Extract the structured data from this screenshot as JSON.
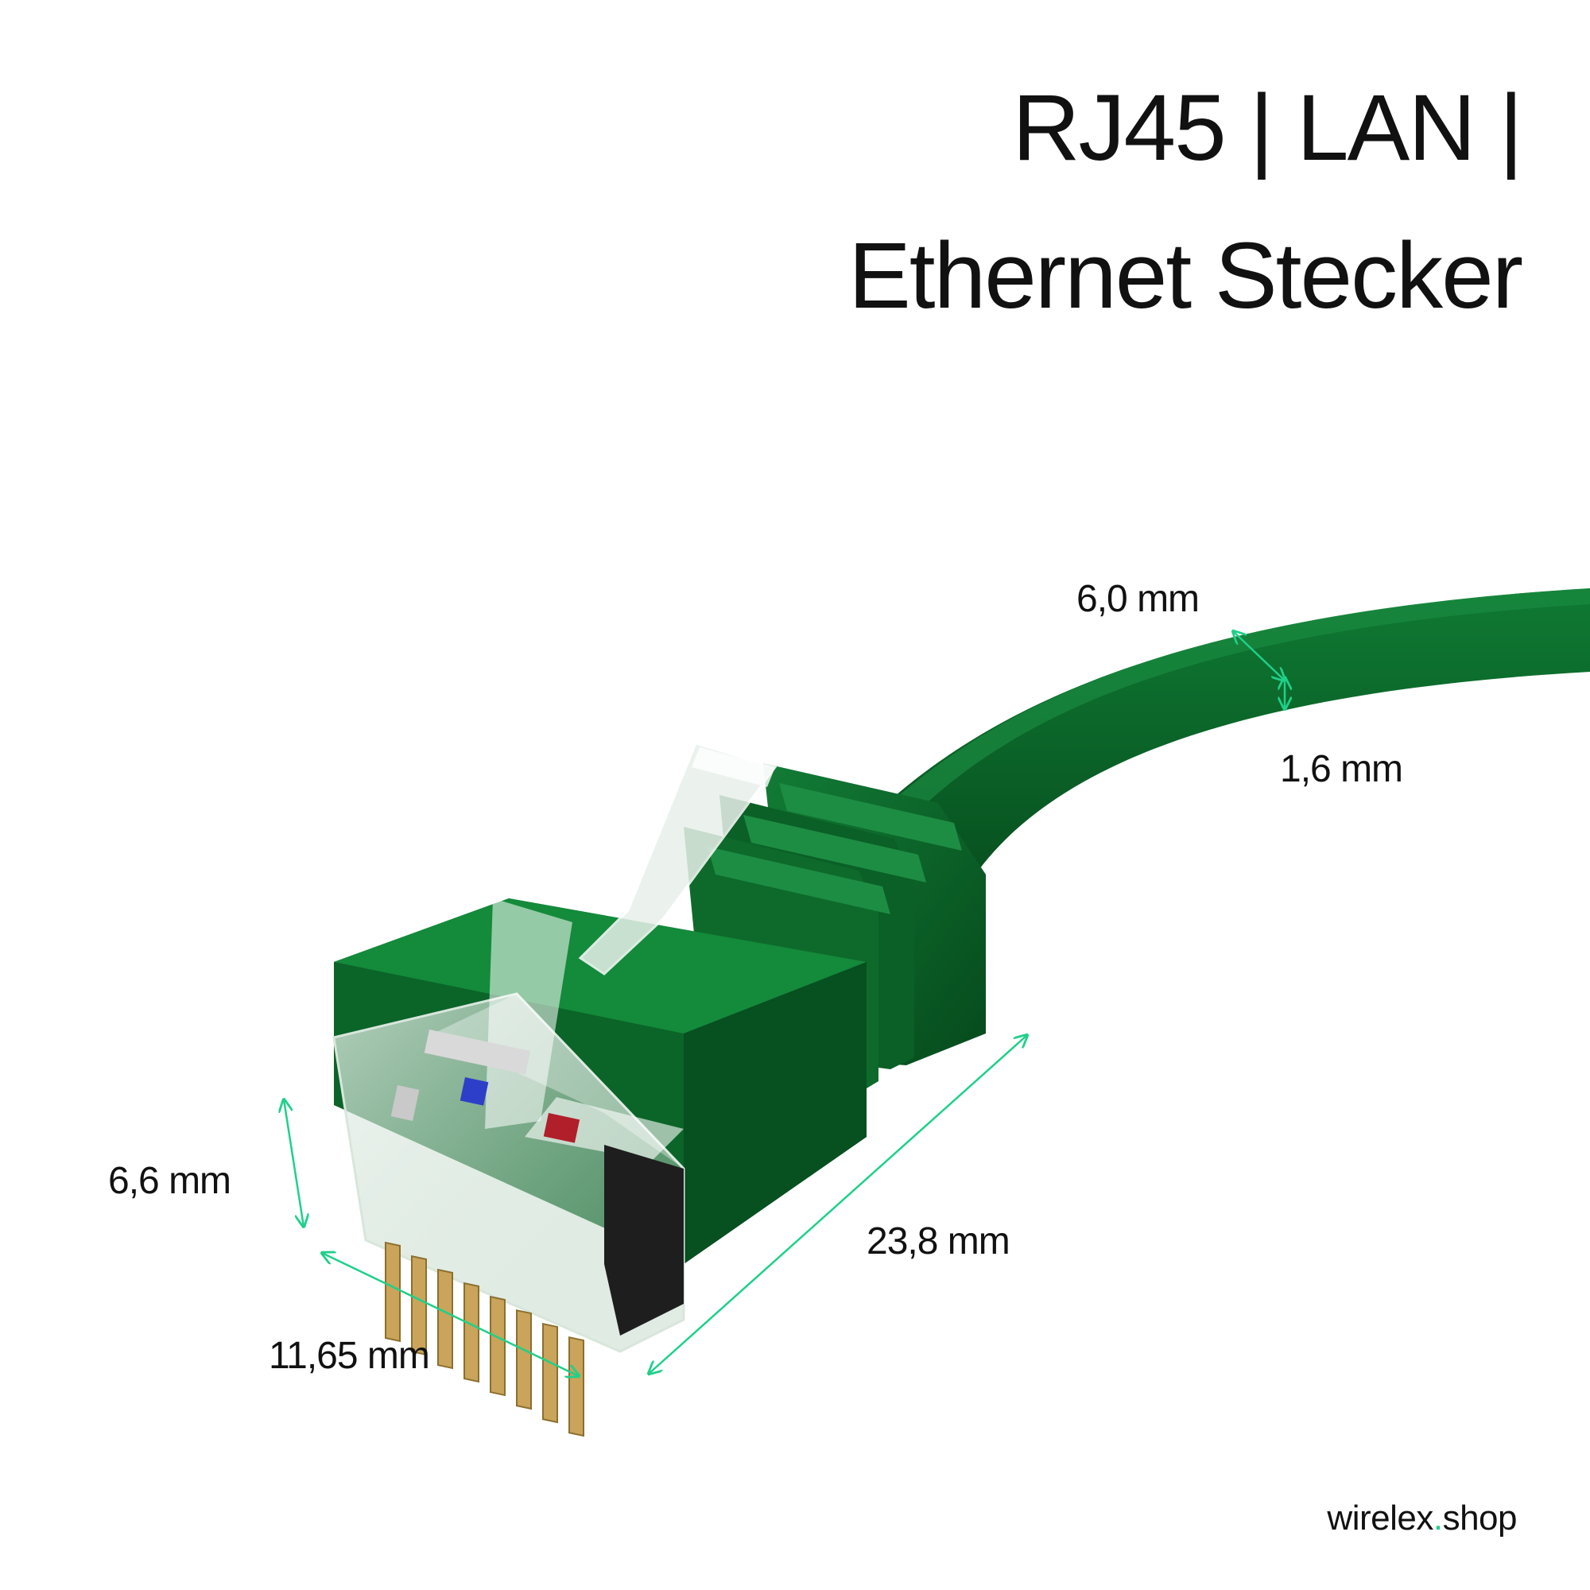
{
  "title": {
    "line1": "RJ45 | LAN |",
    "line2": "Ethernet Stecker"
  },
  "dimensions": {
    "cable_width": "6,0 mm",
    "cable_thickness": "1,6 mm",
    "plug_height": "6,6 mm",
    "plug_width": "11,65 mm",
    "plug_length": "23,8 mm"
  },
  "brand": {
    "name": "wirelex",
    "dot": ".",
    "tld": "shop"
  },
  "colors": {
    "cable_green": "#0b6b2c",
    "accent_green": "#1fd08a",
    "contact_gold": "#c9a45a"
  }
}
